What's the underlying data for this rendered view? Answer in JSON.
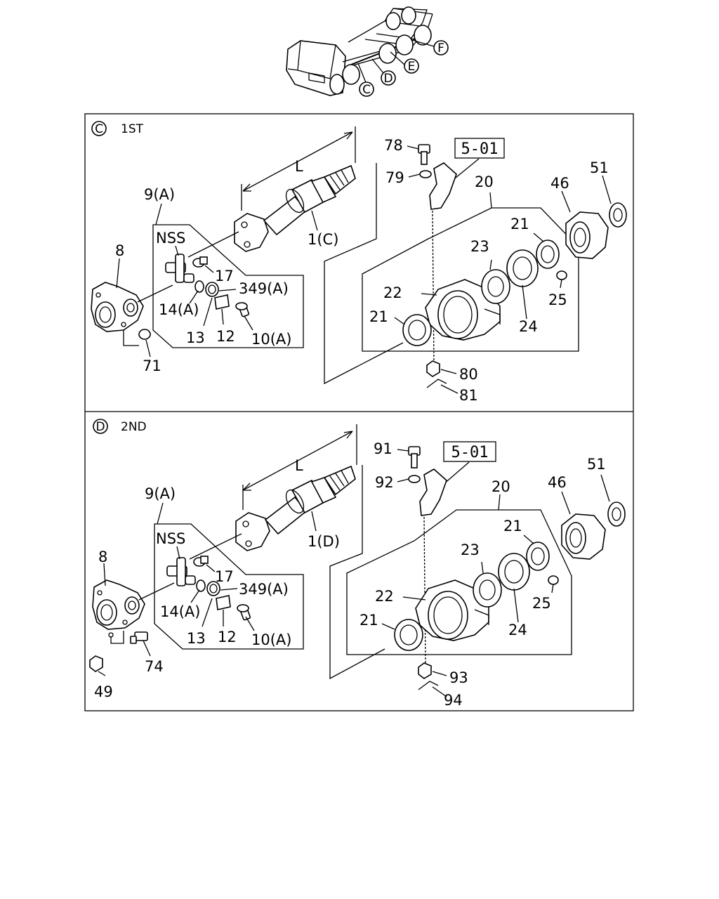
{
  "overview": {
    "markers": [
      {
        "id": "C",
        "letter": "C"
      },
      {
        "id": "D",
        "letter": "D"
      },
      {
        "id": "E",
        "letter": "E"
      },
      {
        "id": "F",
        "letter": "F"
      }
    ]
  },
  "sections": [
    {
      "id": "C",
      "letter": "C",
      "title": "1ST",
      "dimension_label": "L",
      "ref_box": "5-01",
      "labels": {
        "yoke_flange": "8",
        "kit": "9(A)",
        "nss": "NSS",
        "grease_fitting": "17",
        "bearing_cap": "349(A)",
        "seal_ring": "14(A)",
        "snap_ring": "13",
        "lock_plate": "12",
        "bolt": "10(A)",
        "nut": "71",
        "shaft": "1(C)",
        "mount_bolt": "78",
        "mount_washer": "79",
        "center_bearing_asm": "20",
        "dust_seal_rear": "21",
        "dust_seal_front": "21",
        "bearing": "23",
        "bracket": "22",
        "cushion": "24",
        "fitting": "25",
        "companion_flange": "46",
        "flange_nut": "51",
        "mount_nut": "80",
        "cotter_pin": "81"
      }
    },
    {
      "id": "D",
      "letter": "D",
      "title": "2ND",
      "dimension_label": "L",
      "ref_box": "5-01",
      "labels": {
        "yoke_flange": "8",
        "kit": "9(A)",
        "nss": "NSS",
        "grease_fitting": "17",
        "bearing_cap": "349(A)",
        "seal_ring": "14(A)",
        "snap_ring": "13",
        "lock_plate": "12",
        "bolt": "10(A)",
        "flange_nut2": "49",
        "flange_bolt": "74",
        "shaft": "1(D)",
        "mount_bolt": "91",
        "mount_washer": "92",
        "center_bearing_asm": "20",
        "dust_seal_rear": "21",
        "dust_seal_front": "21",
        "bearing": "23",
        "bracket": "22",
        "cushion": "24",
        "fitting": "25",
        "companion_flange": "46",
        "flange_nut": "51",
        "mount_nut": "93",
        "cotter_pin": "94"
      }
    }
  ]
}
